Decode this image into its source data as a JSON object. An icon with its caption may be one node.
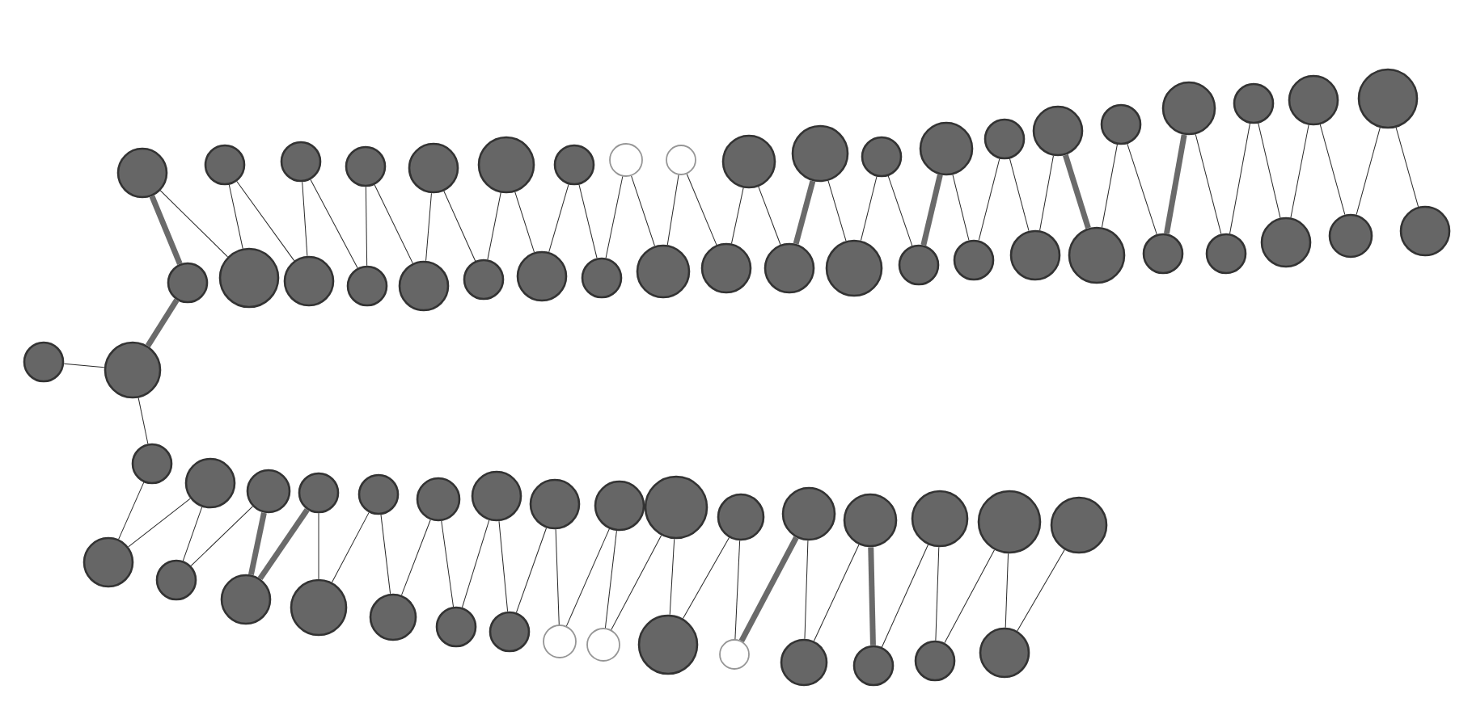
{
  "diagram": {
    "nodes": [
      {
        "text": [],
        "shape": "circle"
      },
      {
        "text": [],
        "shape": "circle"
      },
      {
        "text": [],
        "shape": "circle"
      },
      {
        "text": [],
        "shape": "circle"
      },
      {
        "text": [],
        "shape": "circle"
      },
      {
        "text": [],
        "shape": "circle"
      },
      {
        "text": [],
        "shape": "circle"
      },
      {
        "text": [],
        "shape": "ring"
      },
      {
        "text": [],
        "shape": "ring"
      },
      {
        "text": [],
        "shape": "circle"
      },
      {
        "text": [],
        "shape": "circle"
      },
      {
        "text": [],
        "shape": "circle"
      },
      {
        "text": [],
        "shape": "circle"
      },
      {
        "text": [],
        "shape": "circle"
      },
      {
        "text": [],
        "shape": "circle"
      },
      {
        "text": [],
        "shape": "circle"
      },
      {
        "text": [],
        "shape": "circle"
      },
      {
        "text": [],
        "shape": "circle"
      },
      {
        "text": [],
        "shape": "circle"
      },
      {
        "text": [],
        "shape": "circle"
      },
      {
        "text": [],
        "shape": "circle"
      },
      {
        "text": [],
        "shape": "circle"
      },
      {
        "text": [],
        "shape": "circle"
      },
      {
        "text": [],
        "shape": "circle"
      },
      {
        "text": [],
        "shape": "circle"
      },
      {
        "text": [],
        "shape": "circle"
      },
      {
        "text": [],
        "shape": "circle"
      },
      {
        "text": [],
        "shape": "circle"
      },
      {
        "text": [],
        "shape": "circle"
      },
      {
        "text": [],
        "shape": "circle"
      },
      {
        "text": [],
        "shape": "circle"
      },
      {
        "text": [],
        "shape": "circle"
      },
      {
        "text": [],
        "shape": "circle"
      },
      {
        "text": [],
        "shape": "circle"
      },
      {
        "text": [],
        "shape": "circle"
      },
      {
        "text": [],
        "shape": "circle"
      },
      {
        "text": [],
        "shape": "circle"
      },
      {
        "text": [],
        "shape": "circle"
      },
      {
        "text": [],
        "shape": "circle"
      },
      {
        "text": [],
        "shape": "circle"
      },
      {
        "text": [],
        "shape": "circle"
      },
      {
        "text": [],
        "shape": "circle"
      },
      {
        "text": [],
        "shape": "circle"
      },
      {
        "text": [],
        "shape": "circle"
      },
      {
        "text": [],
        "shape": "circle"
      },
      {
        "text": [],
        "shape": "circle"
      },
      {
        "text": [],
        "shape": "circle"
      },
      {
        "text": [],
        "shape": "circle"
      },
      {
        "text": [],
        "shape": "circle"
      },
      {
        "text": [],
        "shape": "circle"
      },
      {
        "text": [],
        "shape": "circle"
      },
      {
        "text": [],
        "shape": "circle"
      },
      {
        "text": [],
        "shape": "circle"
      },
      {
        "text": [],
        "shape": "circle"
      },
      {
        "text": [],
        "shape": "circle"
      },
      {
        "text": [],
        "shape": "circle"
      },
      {
        "text": [],
        "shape": "circle"
      },
      {
        "text": [],
        "shape": "circle"
      },
      {
        "text": [],
        "shape": "circle"
      },
      {
        "text": [],
        "shape": "circle"
      },
      {
        "text": [],
        "shape": "circle"
      },
      {
        "text": [],
        "shape": "circle"
      },
      {
        "text": [],
        "shape": "circle"
      },
      {
        "text": [],
        "shape": "circle"
      },
      {
        "text": [],
        "shape": "circle"
      },
      {
        "text": [],
        "shape": "circle"
      },
      {
        "text": [],
        "shape": "ring"
      },
      {
        "text": [],
        "shape": "ring"
      },
      {
        "text": [],
        "shape": "circle"
      },
      {
        "text": [],
        "shape": "ring"
      },
      {
        "text": [],
        "shape": "circle"
      },
      {
        "text": [],
        "shape": "circle"
      },
      {
        "text": [],
        "shape": "circle"
      },
      {
        "text": [],
        "shape": "circle"
      }
    ],
    "edges": [
      {
        "from": 0,
        "to": 20,
        "arrow": "none",
        "style": "thick",
        "color": "#6a6a6a"
      },
      {
        "from": 0,
        "to": 21,
        "arrow": "none"
      },
      {
        "from": 1,
        "to": 21,
        "arrow": "none"
      },
      {
        "from": 1,
        "to": 22,
        "arrow": "none"
      },
      {
        "from": 2,
        "to": 22,
        "arrow": "none"
      },
      {
        "from": 2,
        "to": 23,
        "arrow": "none"
      },
      {
        "from": 3,
        "to": 23,
        "arrow": "none"
      },
      {
        "from": 3,
        "to": 24,
        "arrow": "none"
      },
      {
        "from": 4,
        "to": 24,
        "arrow": "none"
      },
      {
        "from": 4,
        "to": 25,
        "arrow": "none"
      },
      {
        "from": 5,
        "to": 25,
        "arrow": "none"
      },
      {
        "from": 5,
        "to": 26,
        "arrow": "none"
      },
      {
        "from": 6,
        "to": 26,
        "arrow": "none"
      },
      {
        "from": 6,
        "to": 27,
        "arrow": "none"
      },
      {
        "from": 7,
        "to": 27,
        "arrow": "none"
      },
      {
        "from": 7,
        "to": 28,
        "arrow": "none"
      },
      {
        "from": 8,
        "to": 28,
        "arrow": "none"
      },
      {
        "from": 8,
        "to": 29,
        "arrow": "none"
      },
      {
        "from": 9,
        "to": 29,
        "arrow": "none"
      },
      {
        "from": 9,
        "to": 30,
        "arrow": "none"
      },
      {
        "from": 10,
        "to": 30,
        "arrow": "none",
        "style": "thick",
        "color": "#6a6a6a"
      },
      {
        "from": 10,
        "to": 31,
        "arrow": "none"
      },
      {
        "from": 11,
        "to": 31,
        "arrow": "none"
      },
      {
        "from": 11,
        "to": 32,
        "arrow": "none"
      },
      {
        "from": 12,
        "to": 32,
        "arrow": "none",
        "style": "thick",
        "color": "#6a6a6a"
      },
      {
        "from": 12,
        "to": 33,
        "arrow": "none"
      },
      {
        "from": 13,
        "to": 33,
        "arrow": "none"
      },
      {
        "from": 13,
        "to": 34,
        "arrow": "none"
      },
      {
        "from": 14,
        "to": 34,
        "arrow": "none"
      },
      {
        "from": 14,
        "to": 35,
        "arrow": "none",
        "style": "thick",
        "color": "#6a6a6a"
      },
      {
        "from": 15,
        "to": 35,
        "arrow": "none"
      },
      {
        "from": 15,
        "to": 36,
        "arrow": "none"
      },
      {
        "from": 16,
        "to": 36,
        "arrow": "none",
        "style": "thick",
        "color": "#6a6a6a"
      },
      {
        "from": 16,
        "to": 37,
        "arrow": "none"
      },
      {
        "from": 17,
        "to": 37,
        "arrow": "none"
      },
      {
        "from": 17,
        "to": 38,
        "arrow": "none"
      },
      {
        "from": 18,
        "to": 38,
        "arrow": "none"
      },
      {
        "from": 18,
        "to": 39,
        "arrow": "none"
      },
      {
        "from": 19,
        "to": 39,
        "arrow": "none"
      },
      {
        "from": 19,
        "to": 40,
        "arrow": "none"
      },
      {
        "from": 20,
        "to": 42,
        "arrow": "none",
        "style": "thick",
        "color": "#6a6a6a"
      },
      {
        "from": 41,
        "to": 42,
        "arrow": "none"
      },
      {
        "from": 42,
        "to": 43,
        "arrow": "none"
      },
      {
        "from": 43,
        "to": 59,
        "arrow": "none"
      },
      {
        "from": 44,
        "to": 59,
        "arrow": "none"
      },
      {
        "from": 44,
        "to": 60,
        "arrow": "none"
      },
      {
        "from": 45,
        "to": 60,
        "arrow": "none"
      },
      {
        "from": 45,
        "to": 61,
        "arrow": "none",
        "style": "thick",
        "color": "#6a6a6a"
      },
      {
        "from": 46,
        "to": 61,
        "arrow": "none",
        "style": "thick",
        "color": "#6a6a6a"
      },
      {
        "from": 46,
        "to": 62,
        "arrow": "none"
      },
      {
        "from": 47,
        "to": 62,
        "arrow": "none"
      },
      {
        "from": 47,
        "to": 63,
        "arrow": "none"
      },
      {
        "from": 48,
        "to": 63,
        "arrow": "none"
      },
      {
        "from": 48,
        "to": 64,
        "arrow": "none"
      },
      {
        "from": 49,
        "to": 64,
        "arrow": "none"
      },
      {
        "from": 49,
        "to": 65,
        "arrow": "none"
      },
      {
        "from": 50,
        "to": 65,
        "arrow": "none"
      },
      {
        "from": 50,
        "to": 66,
        "arrow": "none"
      },
      {
        "from": 51,
        "to": 66,
        "arrow": "none"
      },
      {
        "from": 51,
        "to": 67,
        "arrow": "none"
      },
      {
        "from": 52,
        "to": 67,
        "arrow": "none"
      },
      {
        "from": 52,
        "to": 68,
        "arrow": "none"
      },
      {
        "from": 53,
        "to": 68,
        "arrow": "none"
      },
      {
        "from": 53,
        "to": 69,
        "arrow": "none"
      },
      {
        "from": 54,
        "to": 69,
        "arrow": "none",
        "style": "thick",
        "color": "#6a6a6a"
      },
      {
        "from": 54,
        "to": 70,
        "arrow": "none"
      },
      {
        "from": 55,
        "to": 70,
        "arrow": "none"
      },
      {
        "from": 55,
        "to": 71,
        "arrow": "none",
        "style": "thick",
        "color": "#6a6a6a"
      },
      {
        "from": 56,
        "to": 71,
        "arrow": "none"
      },
      {
        "from": 56,
        "to": 72,
        "arrow": "none"
      },
      {
        "from": 57,
        "to": 72,
        "arrow": "none"
      },
      {
        "from": 57,
        "to": 73,
        "arrow": "none"
      },
      {
        "from": 58,
        "to": 73,
        "arrow": "none"
      }
    ]
  }
}
